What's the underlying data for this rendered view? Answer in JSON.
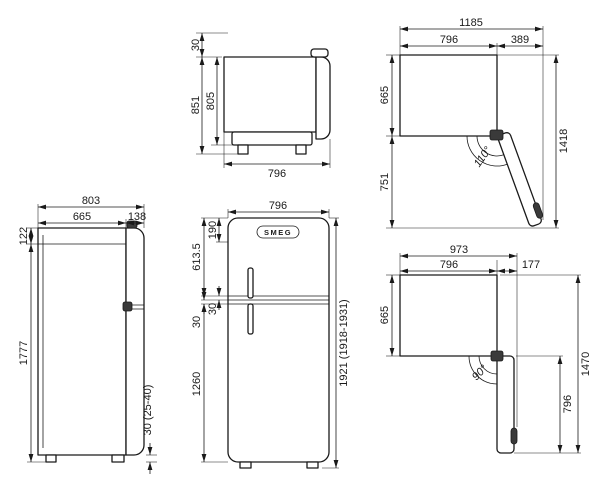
{
  "views": {
    "top_section_side": {
      "clearance_top": "30",
      "height_to_hinge": "851",
      "height_body": "805",
      "depth": "796"
    },
    "door_open_110": {
      "total_width": "1185",
      "cabinet_width": "796",
      "door_clearance": "389",
      "cabinet_depth": "665",
      "door_swing": "751",
      "total_depth": "1418",
      "angle": "110°"
    },
    "side": {
      "total_depth": "803",
      "cabinet_depth": "665",
      "door_depth": "138",
      "top_offset": "122",
      "height": "1777",
      "feet_height": "30 (25-40)"
    },
    "front": {
      "top_offset": "190",
      "width": "796",
      "upper_door_height": "613.5",
      "gap_upper": "30",
      "gap_lower": "30",
      "lower_door_height": "1260",
      "total_height": "1921 (1918-1931)",
      "brand": "SMEG"
    },
    "door_open_90": {
      "total_width": "973",
      "cabinet_width": "796",
      "door_clearance": "177",
      "cabinet_depth": "665",
      "angle": "90°",
      "door_width": "796",
      "total_depth": "1470"
    }
  }
}
